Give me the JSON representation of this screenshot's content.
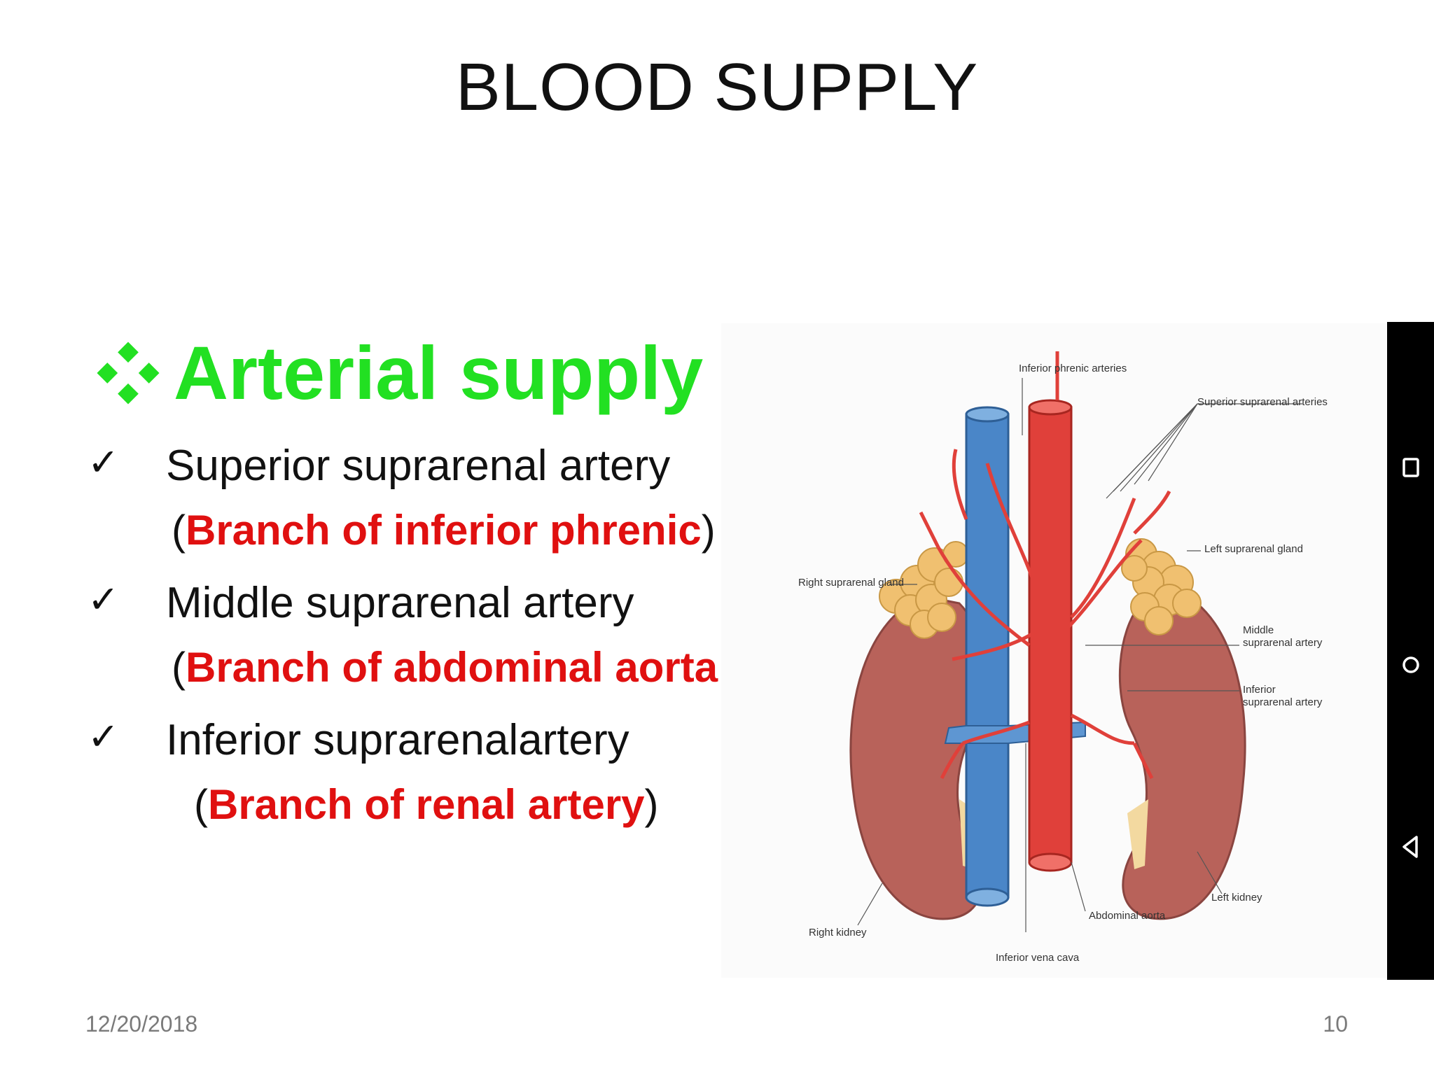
{
  "slide": {
    "title": "BLOOD SUPPLY",
    "heading": "Arterial supply",
    "items": [
      {
        "label": "Superior suprarenal artery",
        "open": "(",
        "note": "Branch of inferior phrenic",
        "close": ")"
      },
      {
        "label": "Middle suprarenal artery",
        "open": "(",
        "note": "Branch of abdominal aorta",
        "close": ""
      },
      {
        "label": "Inferior suprarenalartery",
        "open": "(",
        "note": "Branch of renal artery",
        "close": ")"
      }
    ],
    "check_glyph": "✓",
    "footer": {
      "date": "12/20/2018",
      "page": "10"
    }
  },
  "figure": {
    "labels": {
      "inferior_phrenic": "Inferior phrenic arteries",
      "superior_suprarenal": "Superior suprarenal arteries",
      "left_suprarenal_gland": "Left suprarenal gland",
      "right_suprarenal_gland": "Right suprarenal gland",
      "middle_suprarenal_l1": "Middle",
      "middle_suprarenal_l2": "suprarenal artery",
      "inferior_suprarenal_l1": "Inferior",
      "inferior_suprarenal_l2": "suprarenal artery",
      "left_kidney": "Left kidney",
      "right_kidney": "Right kidney",
      "abdominal_aorta": "Abdominal aorta",
      "inferior_vena_cava": "Inferior vena cava"
    }
  },
  "navbar": {
    "icons": [
      "recent-apps-icon",
      "home-icon",
      "back-icon"
    ]
  },
  "colors": {
    "heading": "#22e022",
    "note": "#e01010",
    "artery": "#e0403a",
    "vein": "#4a86c8",
    "kidney": "#b8625a",
    "gland": "#f0c070"
  }
}
